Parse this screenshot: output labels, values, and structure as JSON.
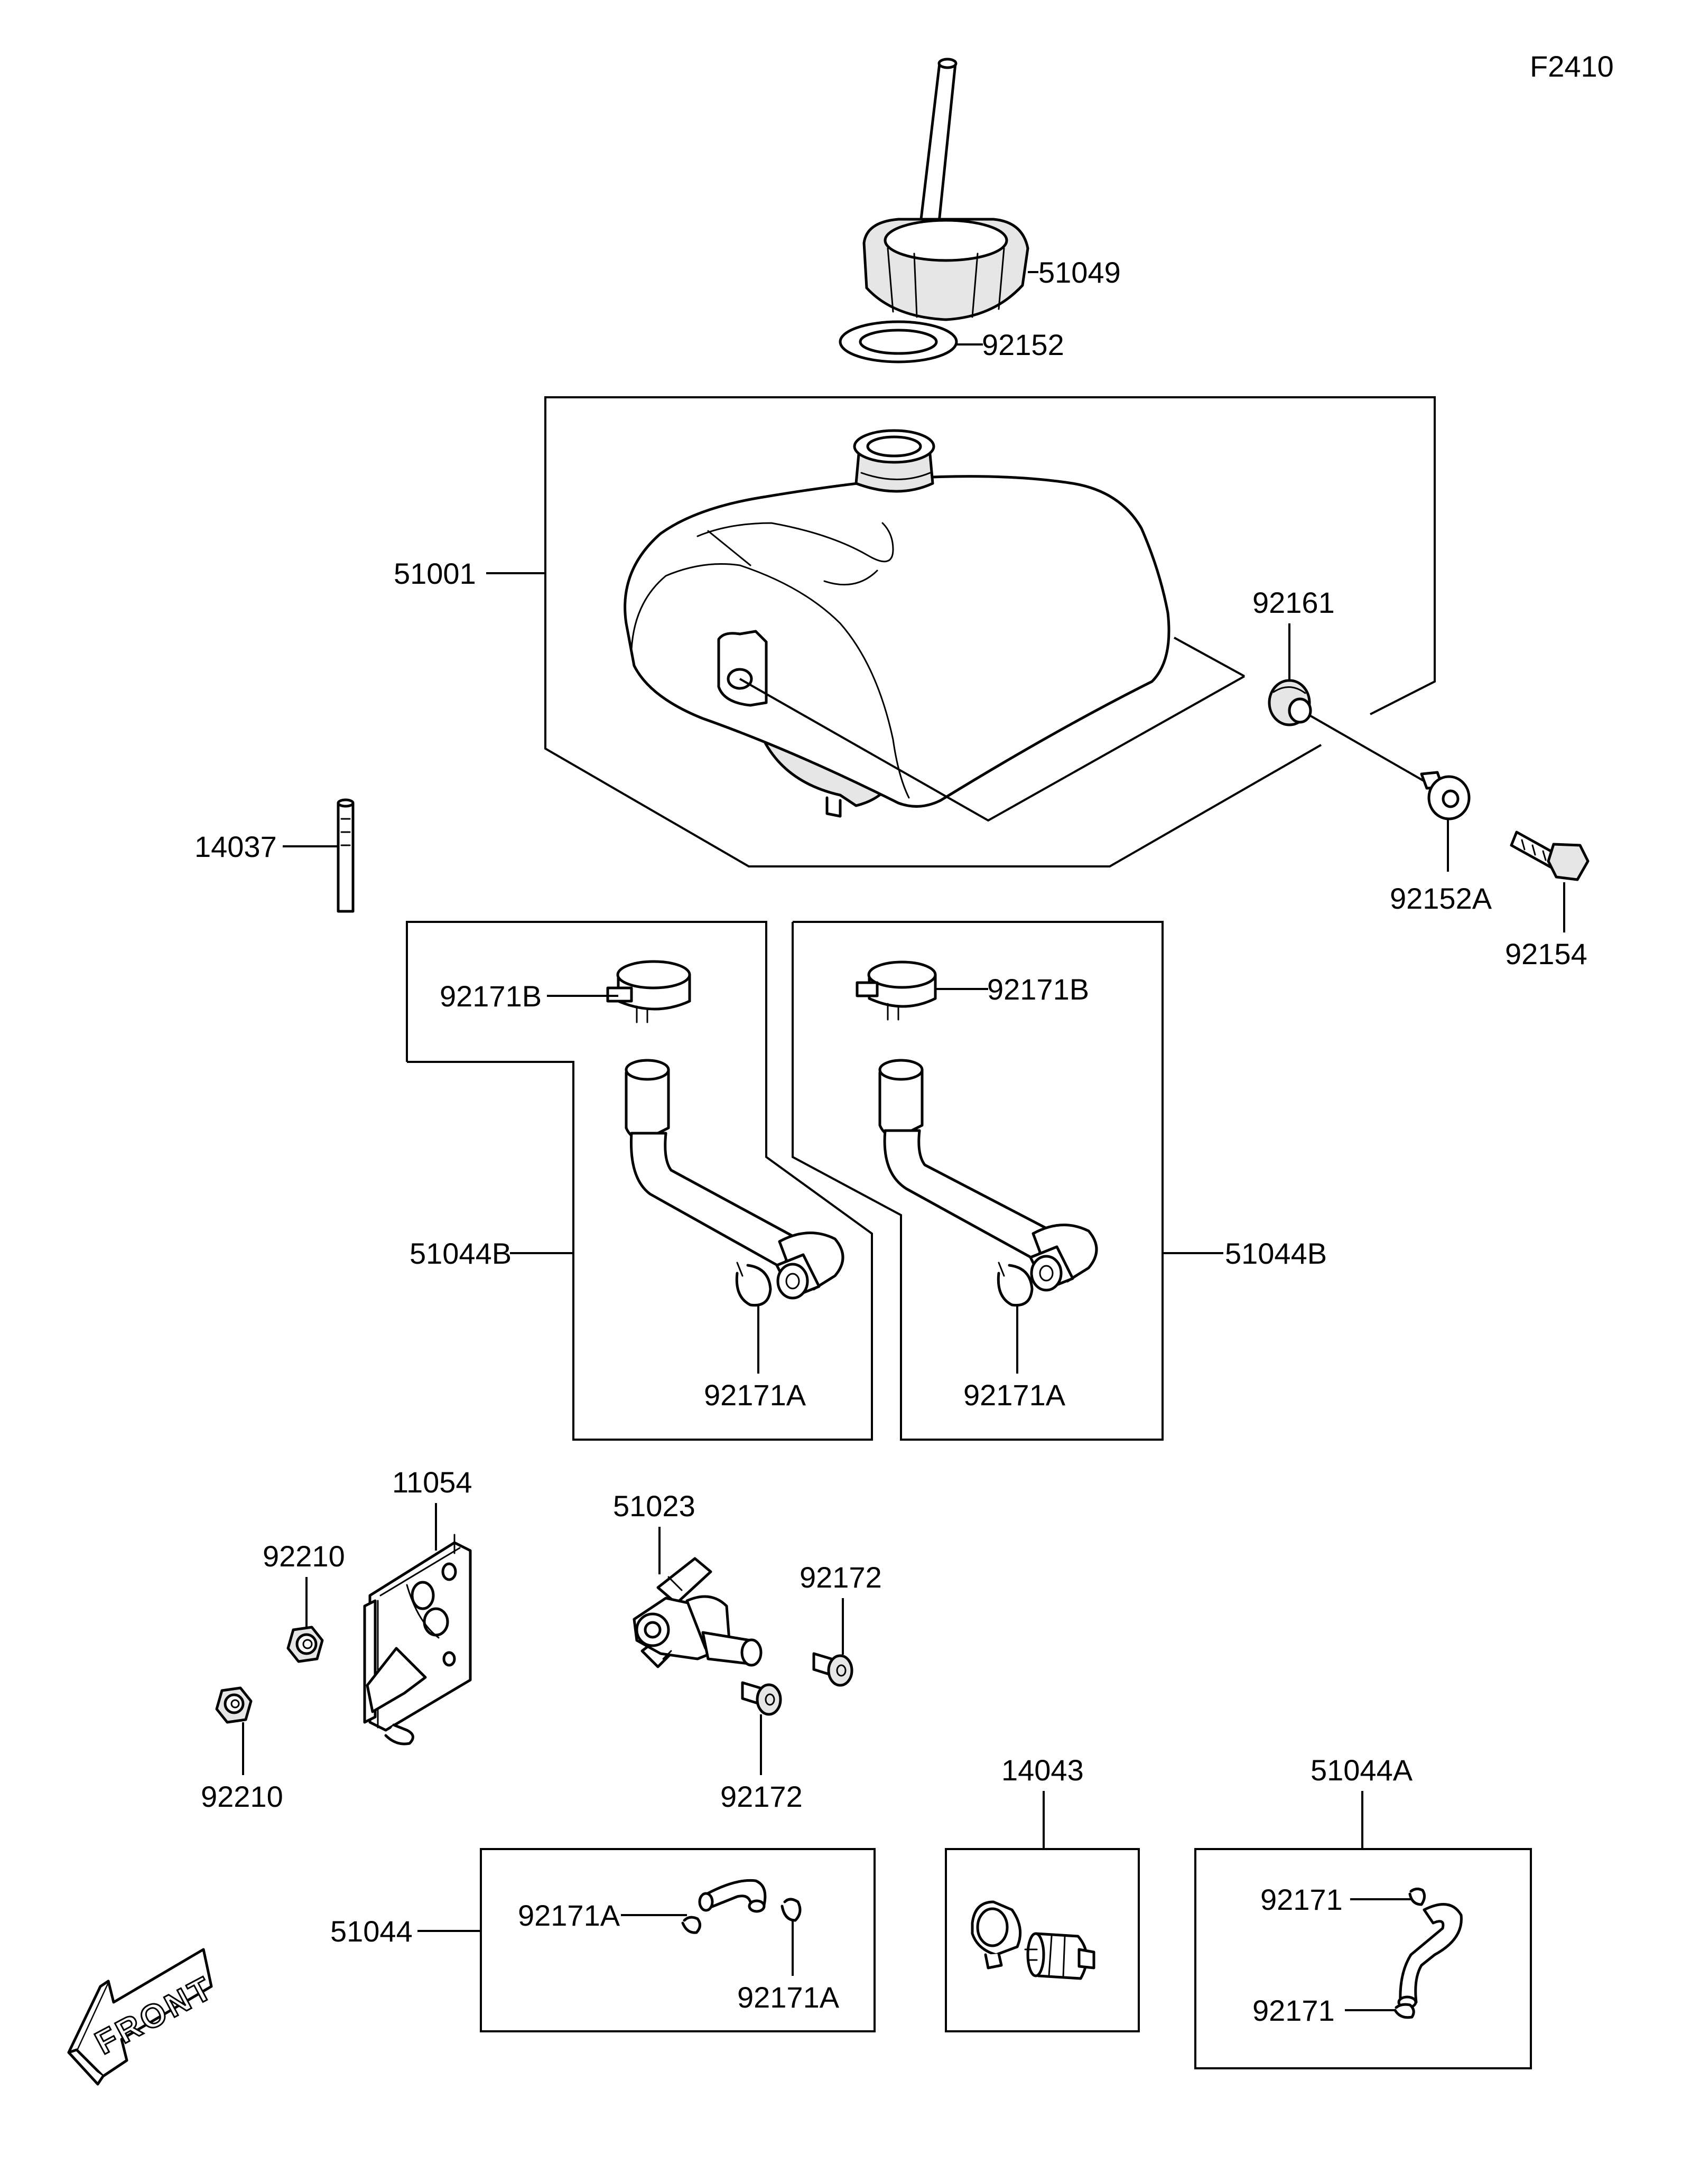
{
  "diagram_code": "F2410",
  "front_indicator": "FRONT",
  "labels": {
    "p51049": "51049",
    "p92152": "92152",
    "p51001": "51001",
    "p92161": "92161",
    "p92152A": "92152A",
    "p92154": "92154",
    "p14037": "14037",
    "p92171B_left": "92171B",
    "p92171B_right": "92171B",
    "p51044B_left": "51044B",
    "p51044B_right": "51044B",
    "p92171A_left": "92171A",
    "p92171A_right": "92171A",
    "p11054": "11054",
    "p92210_top": "92210",
    "p92210_bottom": "92210",
    "p51023": "51023",
    "p92172_top": "92172",
    "p92172_bottom": "92172",
    "p14043": "14043",
    "p51044A": "51044A",
    "p51044": "51044",
    "p92171A_box1": "92171A",
    "p92171A_box2": "92171A",
    "p92171_box1": "92171",
    "p92171_box2": "92171"
  }
}
